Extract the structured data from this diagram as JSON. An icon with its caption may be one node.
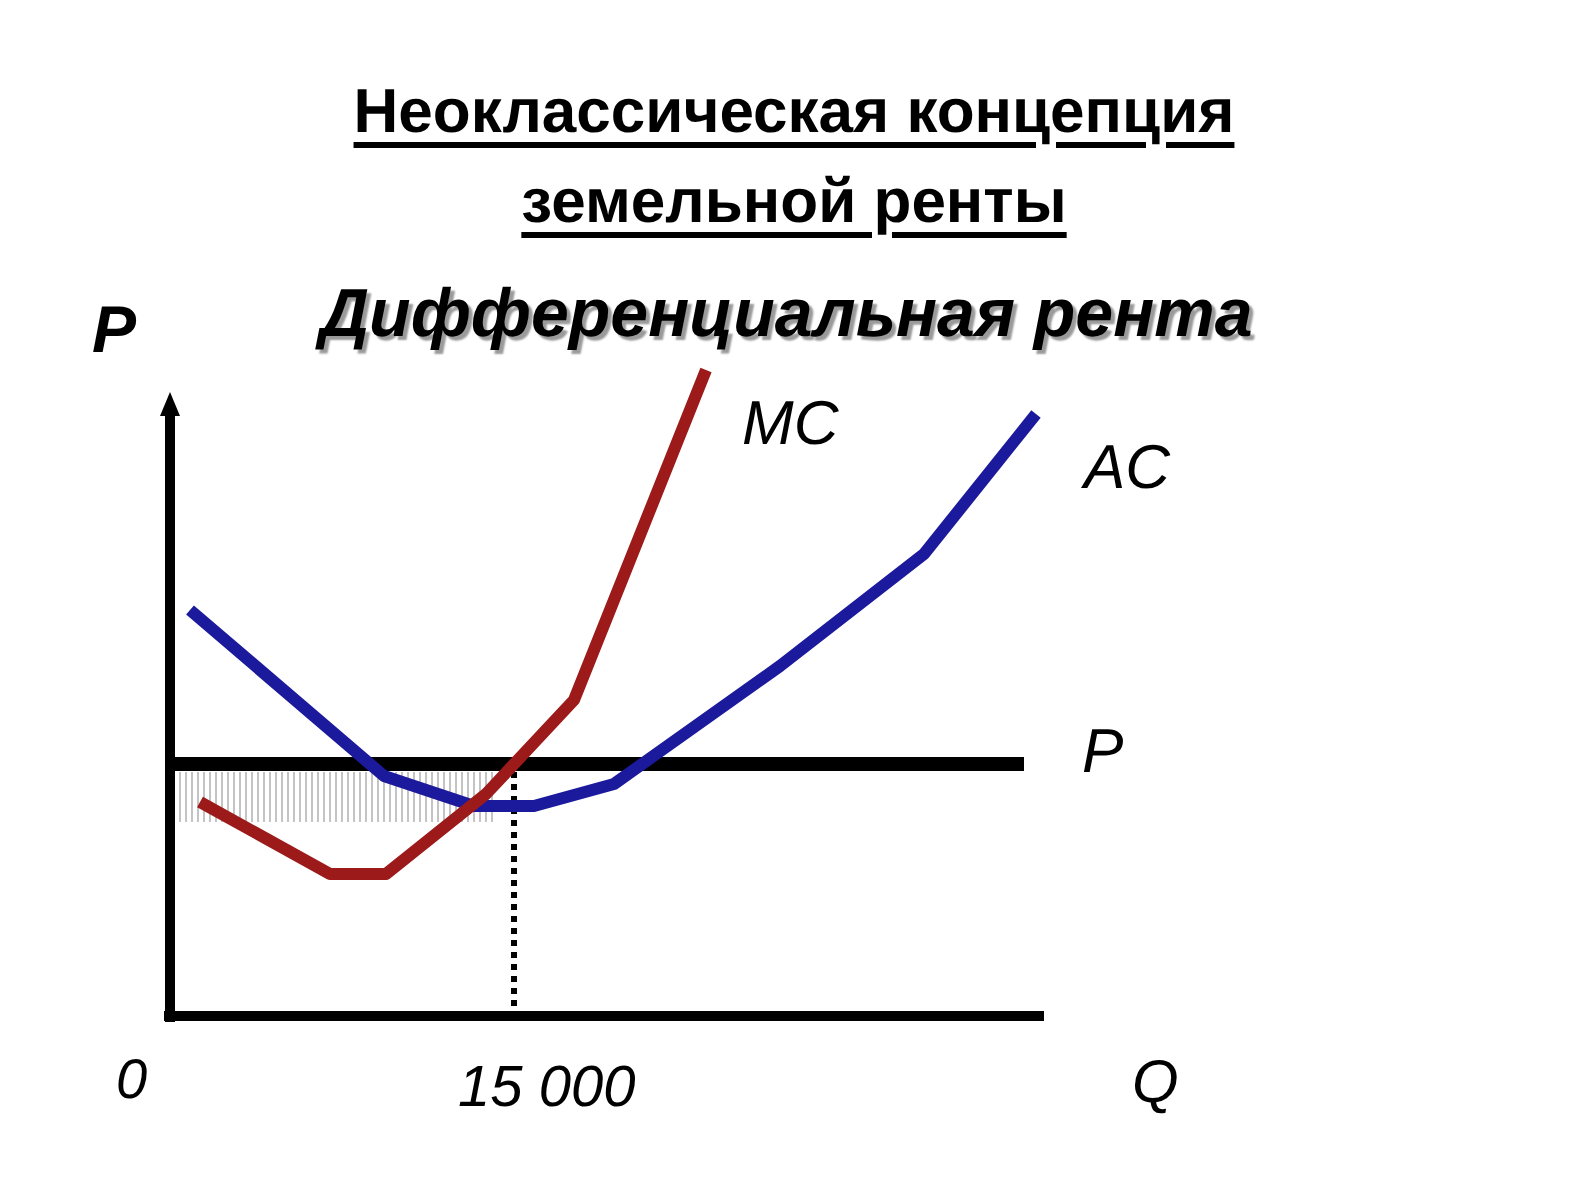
{
  "diagram": {
    "title": "Неоклассическая концепция земельной ренты",
    "labels": [
      "P",
      "Дифференциальная рента",
      "MC",
      "AC",
      "P",
      "0",
      "15 000",
      "Q"
    ]
  }
}
